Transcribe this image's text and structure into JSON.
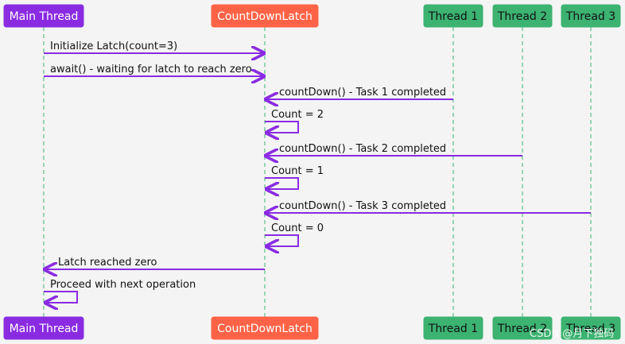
{
  "colors": {
    "background": "#f4f4f4",
    "arrow": "#8a2be2",
    "lifeline": "#3cb371"
  },
  "participants": [
    {
      "id": "main",
      "label": "Main Thread",
      "fill": "#8a2be2",
      "text": "#ffffff"
    },
    {
      "id": "latch",
      "label": "CountDownLatch",
      "fill": "#ff6347",
      "text": "#ffffff"
    },
    {
      "id": "t1",
      "label": "Thread 1",
      "fill": "#3cb371",
      "text": "#111111"
    },
    {
      "id": "t2",
      "label": "Thread 2",
      "fill": "#3cb371",
      "text": "#111111"
    },
    {
      "id": "t3",
      "label": "Thread 3",
      "fill": "#3cb371",
      "text": "#111111"
    }
  ],
  "messages": [
    {
      "from": "main",
      "to": "latch",
      "label": "Initialize Latch(count=3)"
    },
    {
      "from": "main",
      "to": "latch",
      "label": "await() - waiting for latch to reach zero"
    },
    {
      "from": "t1",
      "to": "latch",
      "label": "countDown() - Task 1 completed"
    },
    {
      "from": "latch",
      "to": "latch",
      "label": "Count = 2"
    },
    {
      "from": "t2",
      "to": "latch",
      "label": "countDown() - Task 2 completed"
    },
    {
      "from": "latch",
      "to": "latch",
      "label": "Count = 1"
    },
    {
      "from": "t3",
      "to": "latch",
      "label": "countDown() - Task 3 completed"
    },
    {
      "from": "latch",
      "to": "latch",
      "label": "Count = 0"
    },
    {
      "from": "latch",
      "to": "main",
      "label": "Latch reached zero"
    },
    {
      "from": "main",
      "to": "main",
      "label": "Proceed with next operation"
    }
  ],
  "watermark": "CSDN @月下独码"
}
